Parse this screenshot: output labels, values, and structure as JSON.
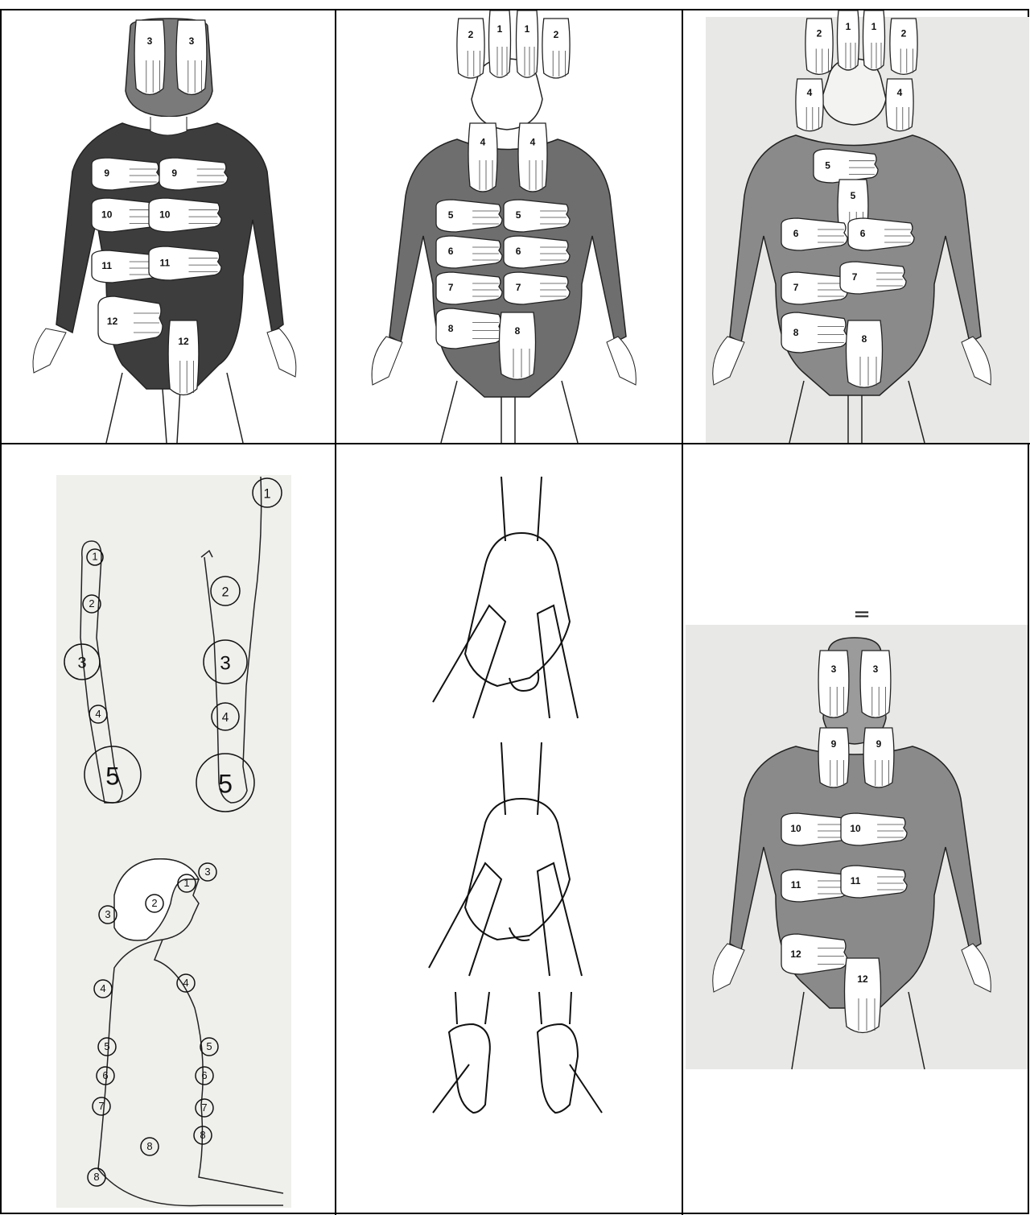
{
  "cells": {
    "c1": {
      "labels": [
        "3",
        "3",
        "9",
        "9",
        "10",
        "10",
        "11",
        "11",
        "12",
        "12"
      ]
    },
    "c2": {
      "labels": [
        "1",
        "1",
        "2",
        "2",
        "4",
        "4",
        "5",
        "5",
        "6",
        "6",
        "7",
        "7",
        "8",
        "8"
      ]
    },
    "c3": {
      "labels": [
        "1",
        "1",
        "2",
        "2",
        "4",
        "4",
        "5",
        "5",
        "6",
        "6",
        "7",
        "7",
        "8",
        "8"
      ]
    },
    "c4": {
      "arm_left": [
        "1",
        "2",
        "3",
        "4",
        "5"
      ],
      "arm_right": [
        "1",
        "2",
        "3",
        "4",
        "5"
      ],
      "body": [
        "1",
        "2",
        "3",
        "3",
        "4",
        "4",
        "5",
        "5",
        "6",
        "6",
        "7",
        "7",
        "8",
        "8",
        "8"
      ]
    },
    "c6": {
      "symbol": "=",
      "labels": [
        "3",
        "3",
        "9",
        "9",
        "10",
        "10",
        "11",
        "11",
        "12",
        "12"
      ]
    }
  },
  "colors": {
    "border": "#000000",
    "suit_dark": "#3d3d3d",
    "suit_mid": "#6e6e6e",
    "suit_light": "#8a8a8a",
    "scan_bg": "#e8e8e6",
    "hand_fill": "#ffffff"
  }
}
